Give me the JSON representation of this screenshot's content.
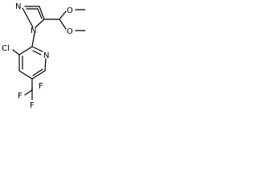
{
  "molecule": {
    "atoms": {
      "n_pyrazole_top": "N",
      "n_pyrazole_bottom": "N",
      "o_methoxy_top": "O",
      "o_methoxy_bottom": "O",
      "cl": "Cl",
      "n_pyridine": "N",
      "f_top": "F",
      "f_left": "F",
      "f_bottom": "F"
    },
    "colors": {
      "ink": "#000000",
      "background": "#ffffff"
    }
  }
}
